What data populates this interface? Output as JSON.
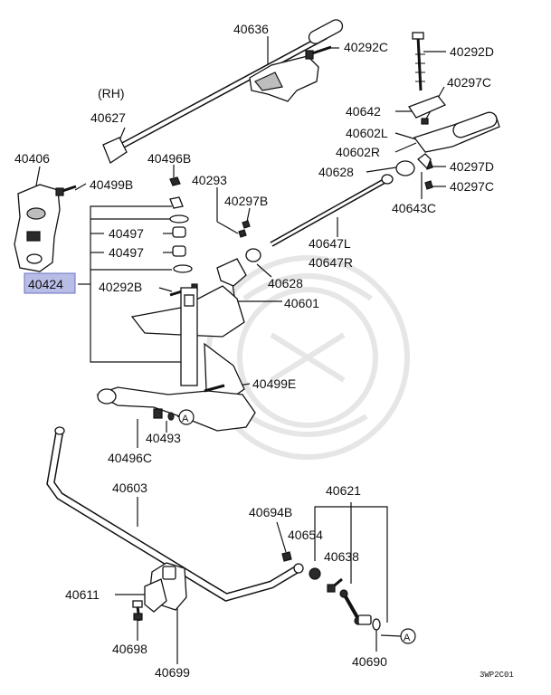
{
  "diagram": {
    "diagram_code": "3WP2C01",
    "side_label": "(RH)",
    "highlighted_part": "40424",
    "callout_marker": "A",
    "parts": {
      "p40636": "40636",
      "p40292C": "40292C",
      "p40292D": "40292D",
      "p40627": "40627",
      "p40297C_top": "40297C",
      "p40642": "40642",
      "p40602L": "40602L",
      "p40602R": "40602R",
      "p40406": "40406",
      "p40496B": "40496B",
      "p40499B": "40499B",
      "p40628_top": "40628",
      "p40297D": "40297D",
      "p40297C_mid": "40297C",
      "p40293": "40293",
      "p40297B": "40297B",
      "p40643C": "40643C",
      "p40497_a": "40497",
      "p40497_b": "40497",
      "p40647L": "40647L",
      "p40647R": "40647R",
      "p40424": "40424",
      "p40292B": "40292B",
      "p40628_mid": "40628",
      "p40601": "40601",
      "p40499E": "40499E",
      "p40493": "40493",
      "p40496C": "40496C",
      "p40603": "40603",
      "p40621": "40621",
      "p40694B": "40694B",
      "p40654": "40654",
      "p40638": "40638",
      "p40611": "40611",
      "p40698": "40698",
      "p40699": "40699",
      "p40690": "40690"
    }
  }
}
